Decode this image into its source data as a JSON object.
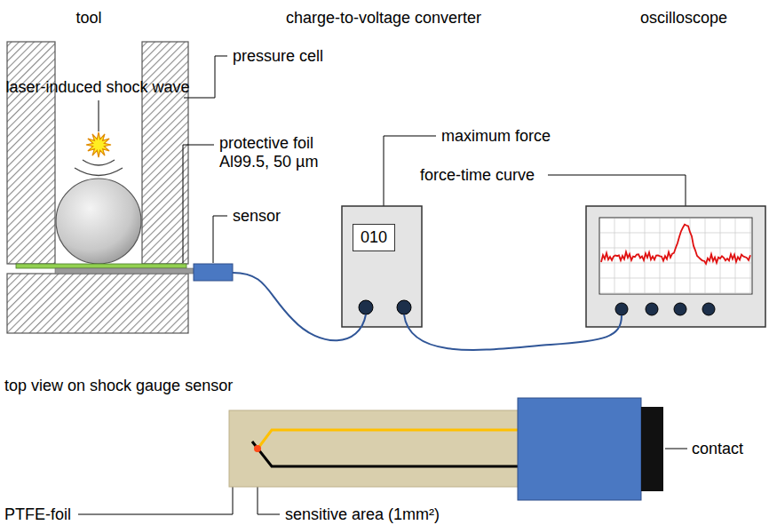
{
  "diagram": {
    "nodes": [
      {
        "text": [
          "010"
        ]
      }
    ],
    "labels": [
      "tool",
      "charge-to-voltage converter",
      "oscilloscope",
      "laser-induced shock wave",
      "pressure cell",
      "protective foil Al99.5, 50 µm",
      "sensor",
      "maximum force",
      "force-time curve",
      "top view on shock gauge sensor",
      "contact",
      "PTFE-foil",
      "sensitive area (1mm²)"
    ]
  }
}
